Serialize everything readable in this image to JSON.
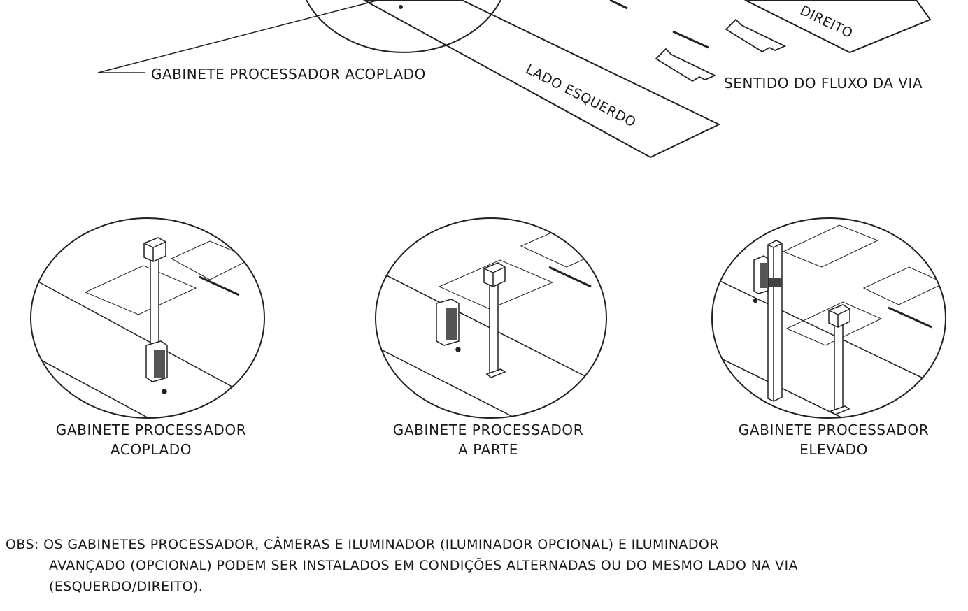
{
  "top_diagram": {
    "right_lane_label": "DIREITO",
    "left_lane_label": "LADO ESQUERDO",
    "coupled_cabinet_callout": "GABINETE PROCESSADOR ACOPLADO",
    "flow_direction_label": "SENTIDO DO FLUXO DA VIA"
  },
  "installations": [
    {
      "line1": "GABINETE PROCESSADOR",
      "line2": "ACOPLADO"
    },
    {
      "line1": "GABINETE PROCESSADOR",
      "line2": "A PARTE"
    },
    {
      "line1": "GABINETE PROCESSADOR",
      "line2": "ELEVADO"
    }
  ],
  "note": {
    "line1": "OBS: OS GABINETES  PROCESSADOR, CÂMERAS  E ILUMINADOR (ILUMINADOR  OPCIONAL) E ILUMINADOR",
    "line2": "AVANÇADO (OPCIONAL) PODEM SER INSTALADOS EM CONDIÇÕES ALTERNADAS OU DO MESMO LADO NA VIA",
    "line3": "(ESQUERDO/DIREITO)."
  }
}
